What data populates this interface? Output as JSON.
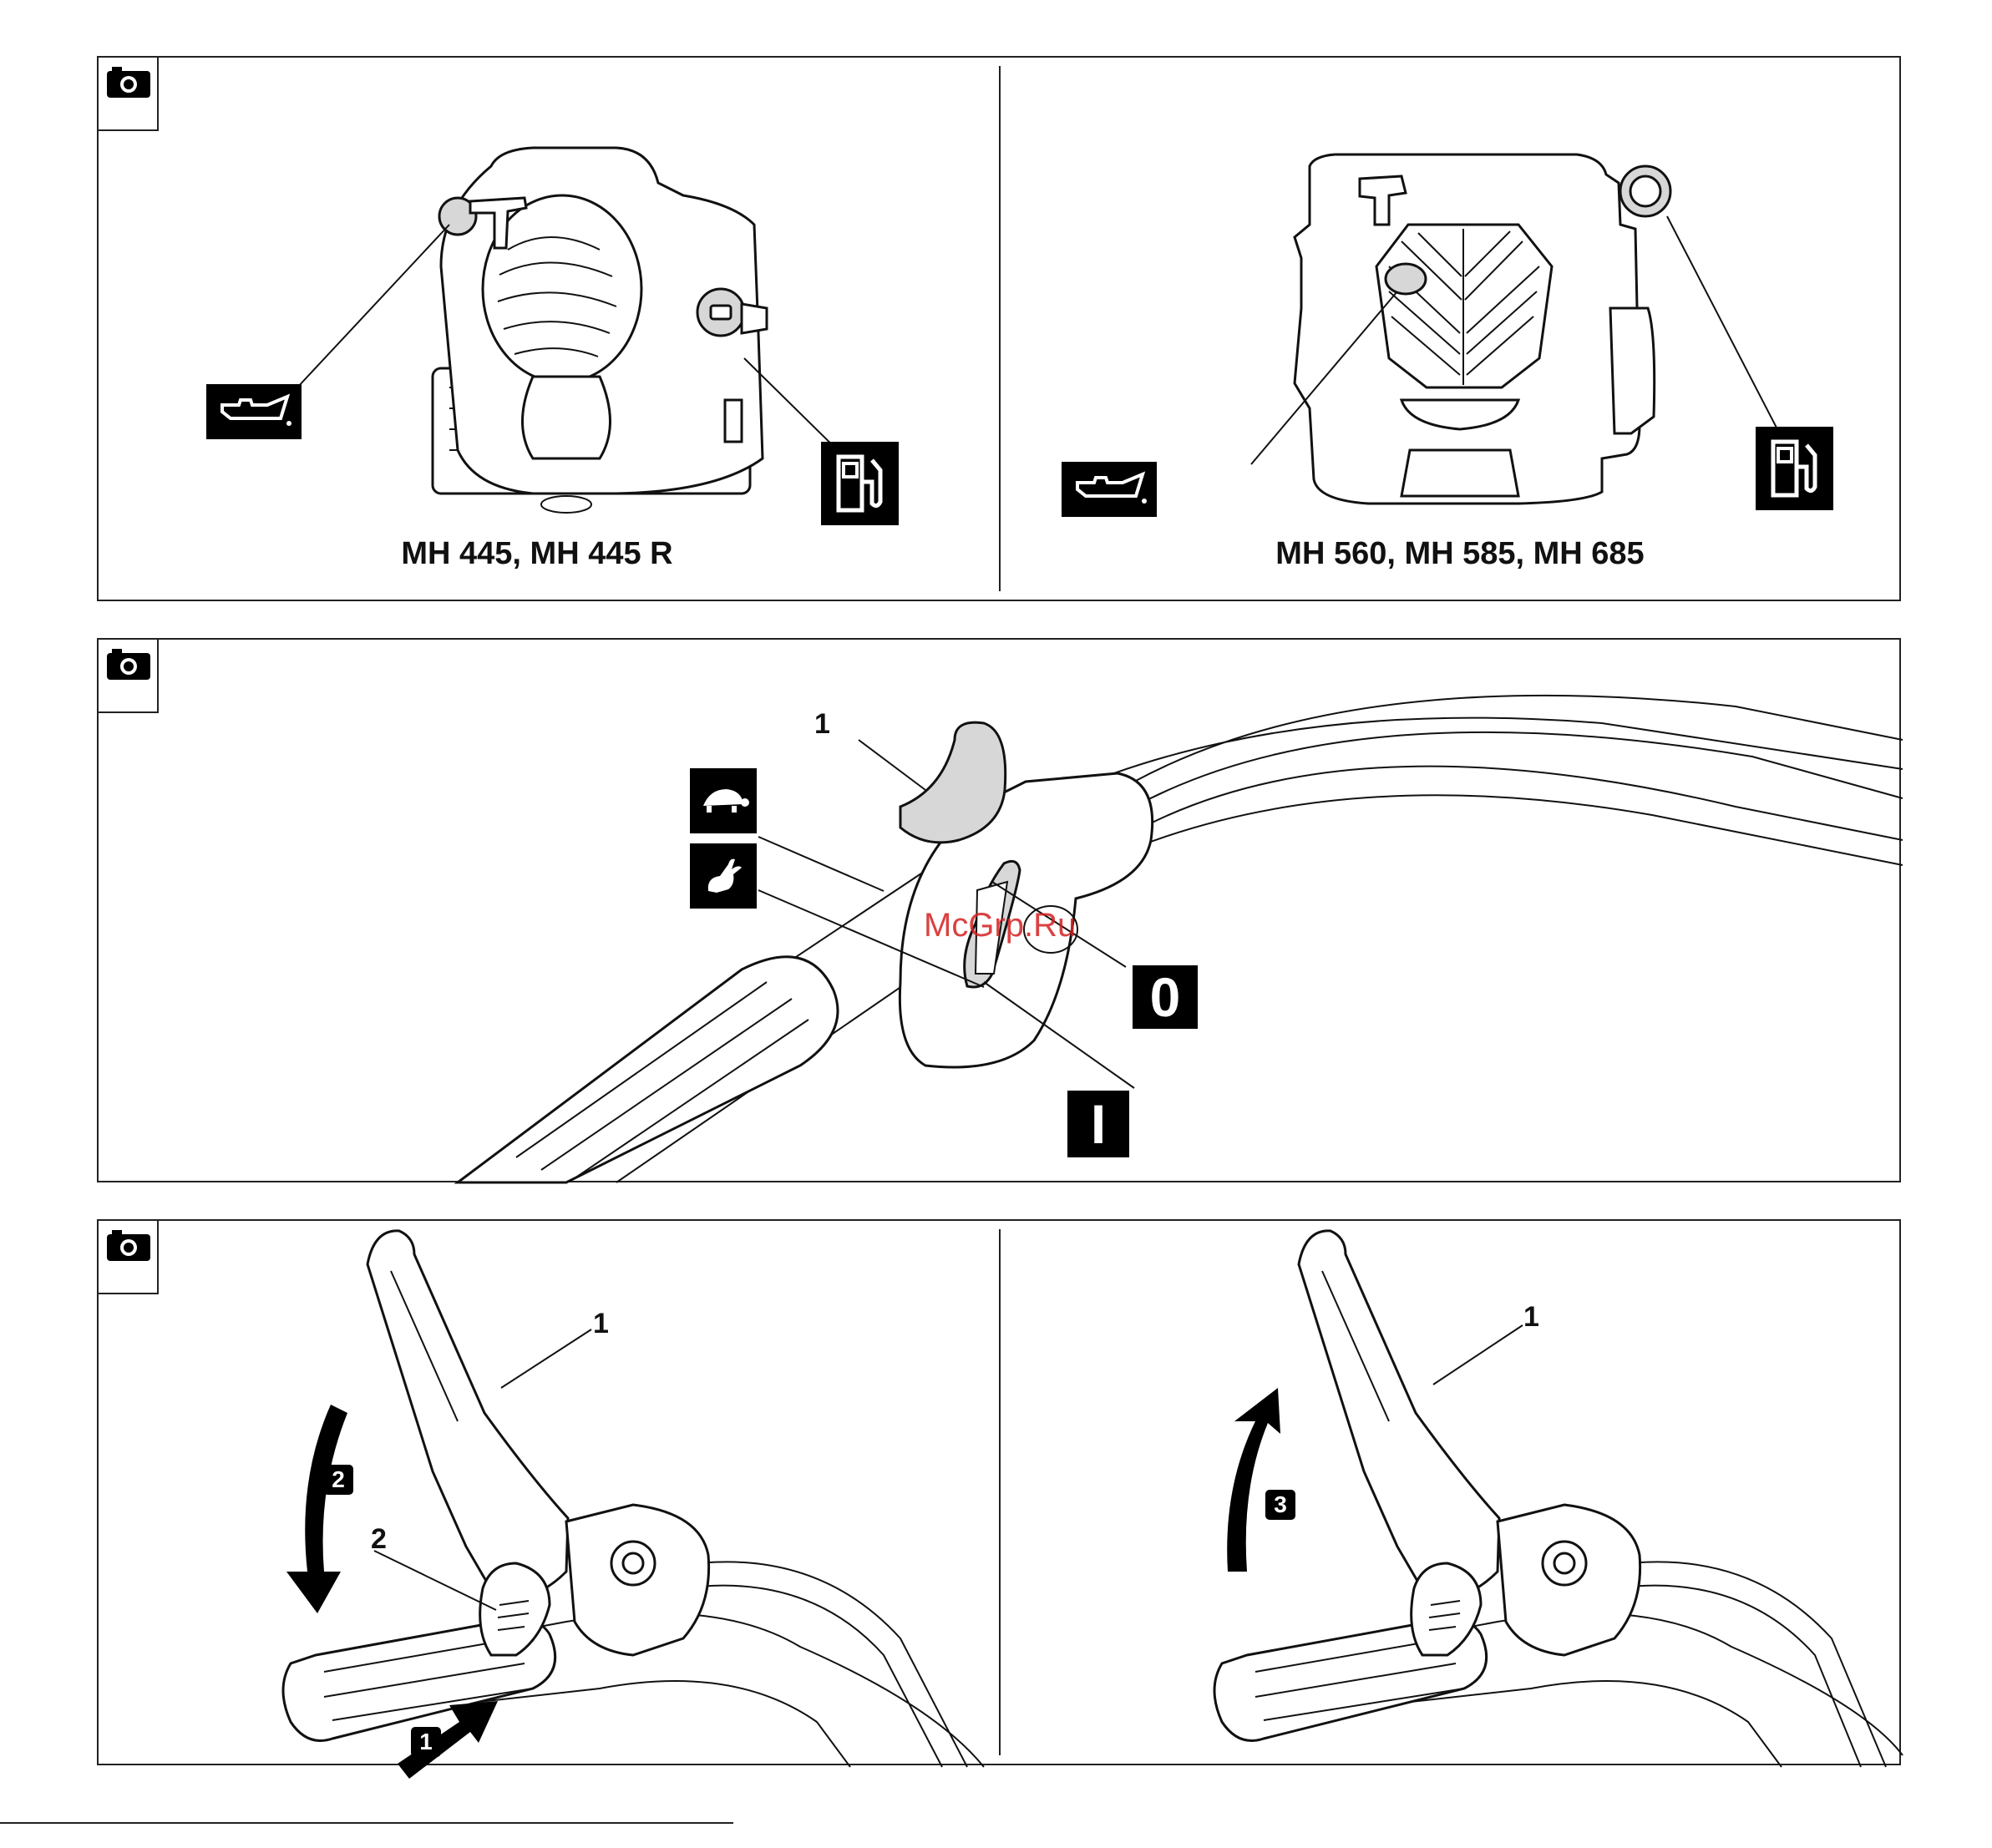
{
  "panel1": {
    "left": {
      "caption": "MH 445, MH 445 R"
    },
    "right": {
      "caption": "MH 560, MH 585, MH 685"
    }
  },
  "panel2": {
    "label_1": "1",
    "symbol_stop": "0",
    "symbol_run": "I",
    "watermark": "McGrp.Ru"
  },
  "panel3": {
    "left": {
      "label_1": "1",
      "label_2": "2",
      "step_1": "1",
      "step_2": "2"
    },
    "right": {
      "label_1": "1",
      "step_3": "3"
    }
  },
  "icons": {
    "camera": "camera-icon",
    "oil": "oil-can-icon",
    "fuel": "fuel-pump-icon",
    "slow": "turtle-icon",
    "fast": "rabbit-icon"
  }
}
